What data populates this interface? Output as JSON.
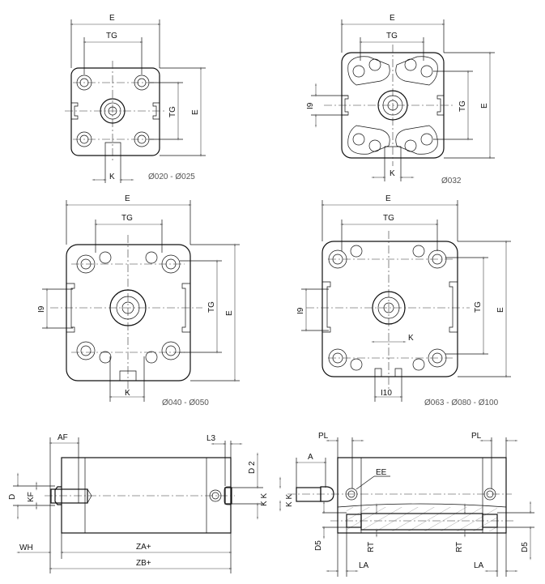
{
  "views": {
    "small": {
      "caption": "Ø020 - Ø025",
      "E": "E",
      "TG": "TG",
      "TG_v": "TG",
      "E_v": "E",
      "K": "K"
    },
    "d32": {
      "caption": "Ø032",
      "E": "E",
      "TG": "TG",
      "TG_v": "TG",
      "E_v": "E",
      "I9": "I9",
      "K": "K"
    },
    "d40": {
      "caption": "Ø040 - Ø050",
      "E": "E",
      "TG": "TG",
      "TG_v": "TG",
      "E_v": "E",
      "I9": "I9",
      "K": "K"
    },
    "d63": {
      "caption": "Ø063 - Ø080 - Ø100",
      "E": "E",
      "TG": "TG",
      "TG_v": "TG",
      "E_v": "E",
      "I9": "I9",
      "K": "K",
      "I10": "I10"
    }
  },
  "side_left": {
    "AF": "AF",
    "L3": "L3",
    "D2": "D 2",
    "KK": "K K",
    "D": "D",
    "KF": "KF",
    "WH": "WH",
    "ZA": "ZA+",
    "ZB": "ZB+"
  },
  "side_right": {
    "PL_left": "PL",
    "PL_right": "PL",
    "A": "A",
    "EE": "EE",
    "KK": "K K",
    "D5_left": "D5",
    "D5_right": "D5",
    "RT_left": "RT",
    "RT_right": "RT",
    "LA_left": "LA",
    "LA_right": "LA"
  }
}
